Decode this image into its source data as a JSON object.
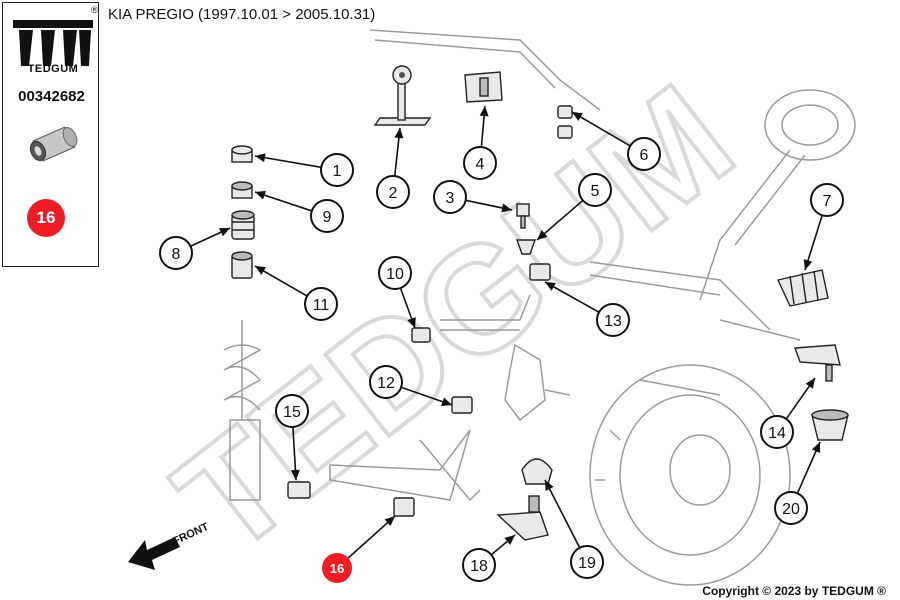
{
  "brand": {
    "name": "TEDGUM",
    "registered_mark": "®",
    "accent_color": "#ee1c24"
  },
  "part_number": "00342682",
  "title": "KIA PREGIO (1997.10.01 > 2005.10.31)",
  "highlighted_label": "16",
  "front_label": "FRONT",
  "copyright": "Copyright © 2023 by TEDGUM ®",
  "watermark": "TEDGUM",
  "callouts": [
    {
      "id": "1",
      "label": "1"
    },
    {
      "id": "2",
      "label": "2"
    },
    {
      "id": "3",
      "label": "3"
    },
    {
      "id": "4",
      "label": "4"
    },
    {
      "id": "5",
      "label": "5"
    },
    {
      "id": "6",
      "label": "6"
    },
    {
      "id": "7",
      "label": "7"
    },
    {
      "id": "8",
      "label": "8"
    },
    {
      "id": "9",
      "label": "9"
    },
    {
      "id": "10",
      "label": "10"
    },
    {
      "id": "11",
      "label": "11"
    },
    {
      "id": "12",
      "label": "12"
    },
    {
      "id": "13",
      "label": "13"
    },
    {
      "id": "14",
      "label": "14"
    },
    {
      "id": "15",
      "label": "15"
    },
    {
      "id": "16",
      "label": "16"
    },
    {
      "id": "18",
      "label": "18"
    },
    {
      "id": "19",
      "label": "19"
    },
    {
      "id": "20",
      "label": "20"
    }
  ]
}
